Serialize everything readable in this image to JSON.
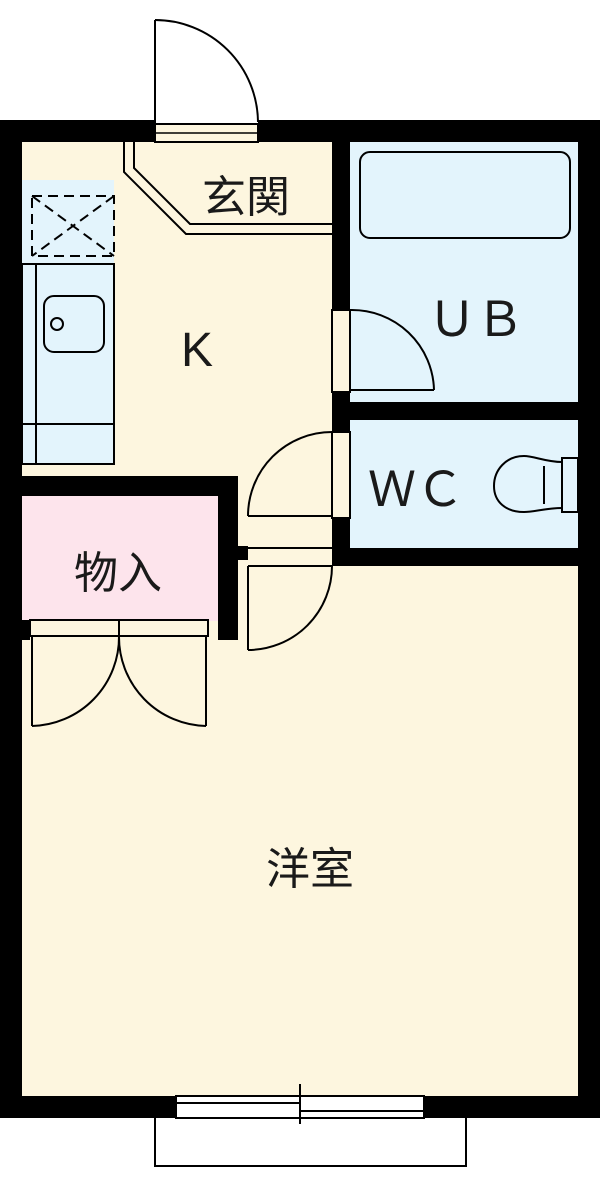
{
  "rooms": {
    "entrance": {
      "label": "玄関"
    },
    "kitchen": {
      "label": "K"
    },
    "bath": {
      "label": "ＵＢ"
    },
    "toilet": {
      "label": "ＷＣ"
    },
    "storage": {
      "label": "物入"
    },
    "western_room": {
      "label": "洋室"
    }
  },
  "colors": {
    "wall": "#000000",
    "floor_cream": "#fdf6df",
    "wet_area_blue": "#e3f4fc",
    "storage_pink": "#fde4ec",
    "background": "#ffffff"
  },
  "icons": [
    "door-swing-icon",
    "sink-icon",
    "bathtub-icon",
    "toilet-icon",
    "stove-icon",
    "window-icon"
  ]
}
